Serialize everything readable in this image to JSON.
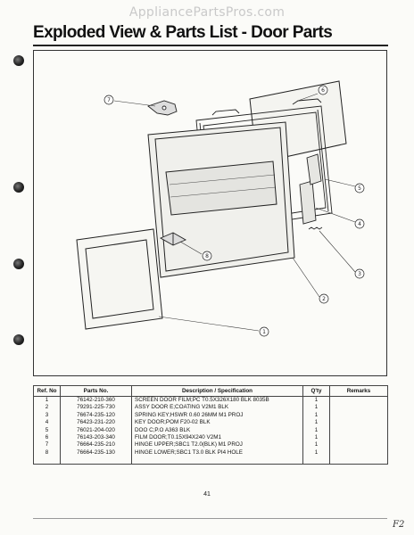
{
  "watermark": "AppliancePartsPros.com",
  "title": "Exploded View & Parts List - Door Parts",
  "callouts": [
    "1",
    "2",
    "3",
    "4",
    "5",
    "6",
    "7",
    "8"
  ],
  "table": {
    "headers": {
      "ref": "Ref. No",
      "parts": "Parts No.",
      "desc": "Description / Specification",
      "qty": "Q'ty",
      "remarks": "Remarks"
    },
    "rows": [
      {
        "ref": "1",
        "parts": "76142-210-360",
        "desc": "SCREEN DOOR FILM;PC T0.5X326X180 BLK 8035B",
        "qty": "1",
        "remarks": ""
      },
      {
        "ref": "2",
        "parts": "79291-225-730",
        "desc": "ASSY DOOR E;COATING V2M1 BLK",
        "qty": "1",
        "remarks": ""
      },
      {
        "ref": "3",
        "parts": "76674-235-120",
        "desc": "SPRING KEY;HSWR 0.60 26MM M1 PROJ",
        "qty": "1",
        "remarks": ""
      },
      {
        "ref": "4",
        "parts": "76423-231-220",
        "desc": "KEY DOOR;POM F20-02 BLK",
        "qty": "1",
        "remarks": ""
      },
      {
        "ref": "5",
        "parts": "76021-204-020",
        "desc": "DOO C;P.O A363 BLK",
        "qty": "1",
        "remarks": ""
      },
      {
        "ref": "6",
        "parts": "76143-203-340",
        "desc": "FILM DOOR;T0.15X94X240 V2M1",
        "qty": "1",
        "remarks": ""
      },
      {
        "ref": "7",
        "parts": "76664-235-210",
        "desc": "HINGE UPPER;SBC1 T2.0(BLK) M1 PROJ",
        "qty": "1",
        "remarks": ""
      },
      {
        "ref": "8",
        "parts": "76664-235-130",
        "desc": "HINGE LOWER;SBC1 T3.0 BLK PI4 HOLE",
        "qty": "1",
        "remarks": ""
      }
    ]
  },
  "page_number": "41",
  "corner_mark": "F2"
}
